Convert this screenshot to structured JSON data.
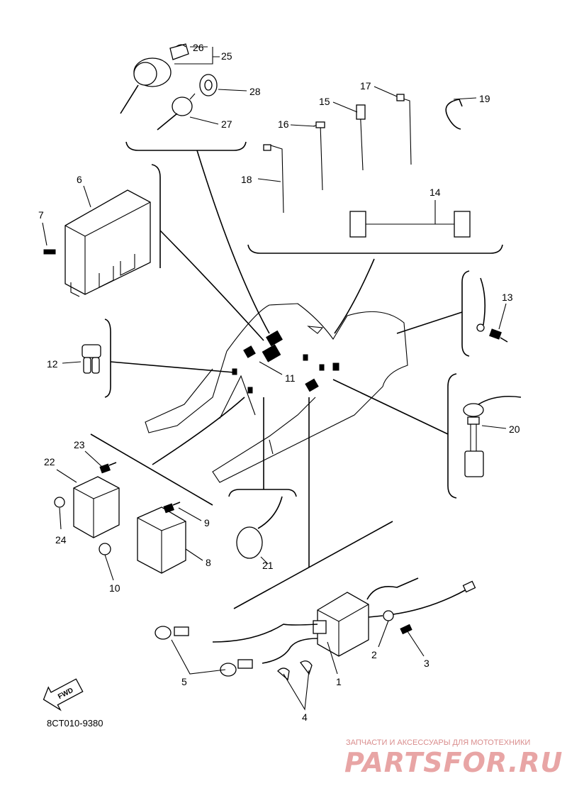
{
  "diagram": {
    "part_labels": [
      "1",
      "2",
      "3",
      "4",
      "5",
      "6",
      "7",
      "8",
      "9",
      "10",
      "11",
      "12",
      "13",
      "14",
      "15",
      "16",
      "17",
      "18",
      "19",
      "20",
      "21",
      "22",
      "23",
      "24",
      "25",
      "26",
      "27",
      "28"
    ],
    "drawing_code": "8CT010-9380",
    "fwd_label": "FWD"
  },
  "watermark": {
    "tagline": "ЗАПЧАСТИ И АКСЕССУАРЫ ДЛЯ МОТОТЕХНИКИ",
    "logo_text": "PARTSFOR.RU"
  }
}
